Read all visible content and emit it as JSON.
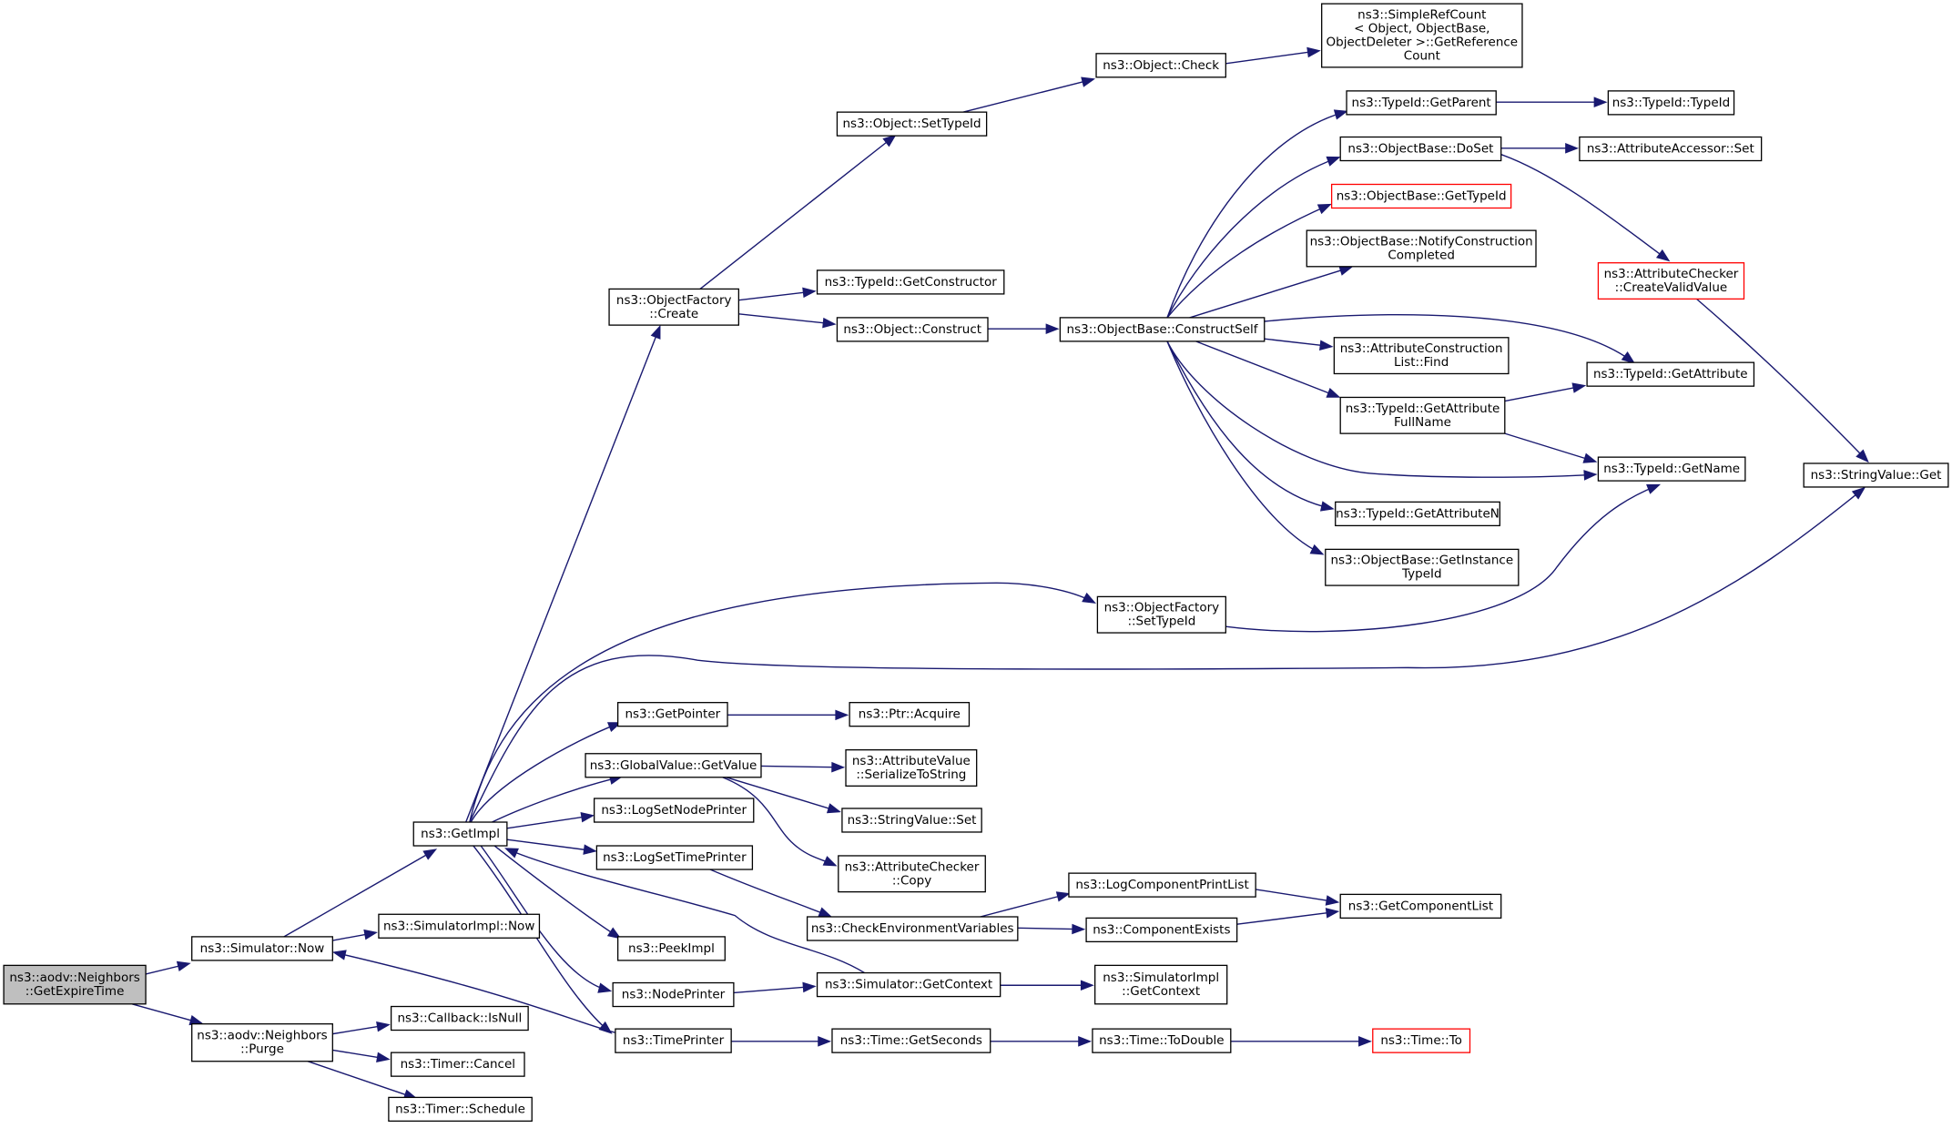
{
  "graph": {
    "edge_color": "#191970",
    "highlight_color": "#ff0000",
    "root_fill": "#bfbfbf",
    "nodes": [
      {
        "id": "root",
        "lines": [
          "ns3::aodv::Neighbors",
          "::GetExpireTime"
        ],
        "style": "root"
      },
      {
        "id": "simnow",
        "lines": [
          "ns3::Simulator::Now"
        ]
      },
      {
        "id": "purge",
        "lines": [
          "ns3::aodv::Neighbors",
          "::Purge"
        ]
      },
      {
        "id": "getimpl",
        "lines": [
          "ns3::GetImpl"
        ]
      },
      {
        "id": "simimplnow",
        "lines": [
          "ns3::SimulatorImpl::Now"
        ]
      },
      {
        "id": "cbisnull",
        "lines": [
          "ns3::Callback::IsNull"
        ]
      },
      {
        "id": "timercancel",
        "lines": [
          "ns3::Timer::Cancel"
        ]
      },
      {
        "id": "timersched",
        "lines": [
          "ns3::Timer::Schedule"
        ]
      },
      {
        "id": "ofcreate",
        "lines": [
          "ns3::ObjectFactory",
          "::Create"
        ]
      },
      {
        "id": "getpointer",
        "lines": [
          "ns3::GetPointer"
        ]
      },
      {
        "id": "gvgetvalue",
        "lines": [
          "ns3::GlobalValue::GetValue"
        ]
      },
      {
        "id": "lognodeprinter",
        "lines": [
          "ns3::LogSetNodePrinter"
        ]
      },
      {
        "id": "logtimeprinter",
        "lines": [
          "ns3::LogSetTimePrinter"
        ]
      },
      {
        "id": "peekimpl",
        "lines": [
          "ns3::PeekImpl"
        ]
      },
      {
        "id": "nodeprinter",
        "lines": [
          "ns3::NodePrinter"
        ]
      },
      {
        "id": "timeprinter",
        "lines": [
          "ns3::TimePrinter"
        ]
      },
      {
        "id": "objsettypeid",
        "lines": [
          "ns3::Object::SetTypeId"
        ]
      },
      {
        "id": "tidgetctor",
        "lines": [
          "ns3::TypeId::GetConstructor"
        ]
      },
      {
        "id": "objconstruct",
        "lines": [
          "ns3::Object::Construct"
        ]
      },
      {
        "id": "ofsettypeid",
        "lines": [
          "ns3::ObjectFactory",
          "::SetTypeId"
        ]
      },
      {
        "id": "ptracquire",
        "lines": [
          "ns3::Ptr::Acquire"
        ]
      },
      {
        "id": "avserialize",
        "lines": [
          "ns3::AttributeValue",
          "::SerializeToString"
        ]
      },
      {
        "id": "svset",
        "lines": [
          "ns3::StringValue::Set"
        ]
      },
      {
        "id": "accopy",
        "lines": [
          "ns3::AttributeChecker",
          "::Copy"
        ]
      },
      {
        "id": "checkenv",
        "lines": [
          "ns3::CheckEnvironmentVariables"
        ]
      },
      {
        "id": "simgetctx",
        "lines": [
          "ns3::Simulator::GetContext"
        ]
      },
      {
        "id": "timegetsec",
        "lines": [
          "ns3::Time::GetSeconds"
        ]
      },
      {
        "id": "objcheck",
        "lines": [
          "ns3::Object::Check"
        ]
      },
      {
        "id": "obconstructself",
        "lines": [
          "ns3::ObjectBase::ConstructSelf"
        ]
      },
      {
        "id": "logcompprint",
        "lines": [
          "ns3::LogComponentPrintList"
        ]
      },
      {
        "id": "compexists",
        "lines": [
          "ns3::ComponentExists"
        ]
      },
      {
        "id": "simimplgetctx",
        "lines": [
          "ns3::SimulatorImpl",
          "::GetContext"
        ]
      },
      {
        "id": "timetodouble",
        "lines": [
          "ns3::Time::ToDouble"
        ]
      },
      {
        "id": "srcgetref",
        "lines": [
          "ns3::SimpleRefCount",
          "< Object, ObjectBase,",
          "ObjectDeleter >::GetReference",
          "Count"
        ]
      },
      {
        "id": "tidgetparent",
        "lines": [
          "ns3::TypeId::GetParent"
        ]
      },
      {
        "id": "obdoset",
        "lines": [
          "ns3::ObjectBase::DoSet"
        ]
      },
      {
        "id": "obgettypeid",
        "lines": [
          "ns3::ObjectBase::GetTypeId"
        ],
        "style": "red"
      },
      {
        "id": "obnotify",
        "lines": [
          "ns3::ObjectBase::NotifyConstruction",
          "Completed"
        ]
      },
      {
        "id": "aclfind",
        "lines": [
          "ns3::AttributeConstruction",
          "List::Find"
        ]
      },
      {
        "id": "tidgetattrfull",
        "lines": [
          "ns3::TypeId::GetAttribute",
          "FullName"
        ]
      },
      {
        "id": "tidgetattrn",
        "lines": [
          "ns3::TypeId::GetAttributeN"
        ]
      },
      {
        "id": "obgetinst",
        "lines": [
          "ns3::ObjectBase::GetInstance",
          "TypeId"
        ]
      },
      {
        "id": "getcomplist",
        "lines": [
          "ns3::GetComponentList"
        ]
      },
      {
        "id": "timeto",
        "lines": [
          "ns3::Time::To"
        ],
        "style": "red"
      },
      {
        "id": "tidtypeid",
        "lines": [
          "ns3::TypeId::TypeId"
        ]
      },
      {
        "id": "aaset",
        "lines": [
          "ns3::AttributeAccessor::Set"
        ]
      },
      {
        "id": "accreatevalid",
        "lines": [
          "ns3::AttributeChecker",
          "::CreateValidValue"
        ],
        "style": "red"
      },
      {
        "id": "tidgetattr",
        "lines": [
          "ns3::TypeId::GetAttribute"
        ]
      },
      {
        "id": "tidgetname",
        "lines": [
          "ns3::TypeId::GetName"
        ]
      },
      {
        "id": "svget",
        "lines": [
          "ns3::StringValue::Get"
        ]
      }
    ]
  }
}
